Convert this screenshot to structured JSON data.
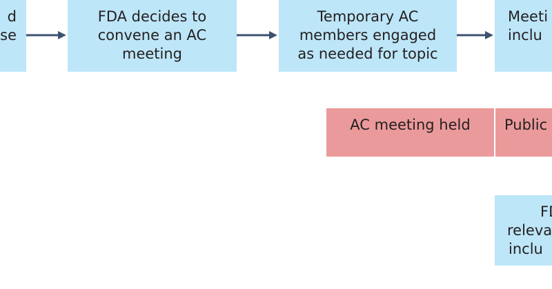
{
  "boxes": {
    "left_partial": {
      "line1": "d",
      "line2": "se"
    },
    "fda_decides": {
      "line1": "FDA decides to",
      "line2": "convene an AC",
      "line3": "meeting"
    },
    "temporary_members": {
      "line1": "Temporary AC",
      "line2": "members engaged",
      "line3": "as needed for topic"
    },
    "meeting_partial": {
      "line1": "Meeti",
      "line2": "inclu"
    },
    "ac_meeting_held": {
      "line1": "AC meeting held"
    },
    "public_partial": {
      "line1": "Public"
    },
    "fda_partial": {
      "line1": "FDA",
      "line2": "releva",
      "line3": "inclu"
    }
  },
  "colors": {
    "process_box": "#bde6f8",
    "meeting_box": "#eb9a9b",
    "arrow": "#3d5270",
    "text": "#231f20"
  }
}
